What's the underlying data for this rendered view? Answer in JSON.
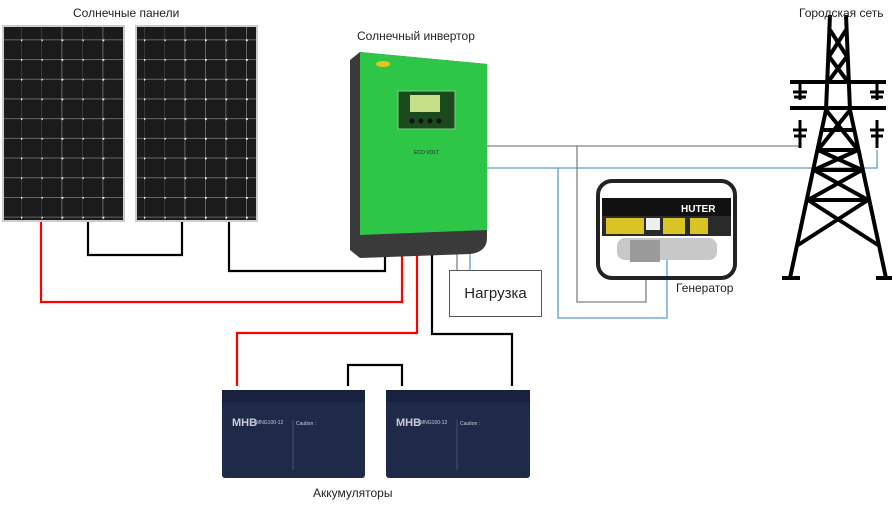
{
  "labels": {
    "solar_panels": "Солнечные панели",
    "inverter": "Солнечный инвертор",
    "grid": "Городская сеть",
    "load": "Нагрузка",
    "generator": "Генератор",
    "batteries": "Аккумуляторы"
  },
  "inverter": {
    "brand": "ECO VOLT",
    "color": "#2ec646"
  },
  "generator": {
    "brand": "HUTER"
  },
  "battery": {
    "brand": "MHB",
    "model": "MNG100-12",
    "caution": "Caution :"
  },
  "wire_colors": {
    "positive": "#ff0000",
    "negative": "#000000",
    "ac_line": "#808080",
    "ac_neutral": "#5b9bd5"
  }
}
